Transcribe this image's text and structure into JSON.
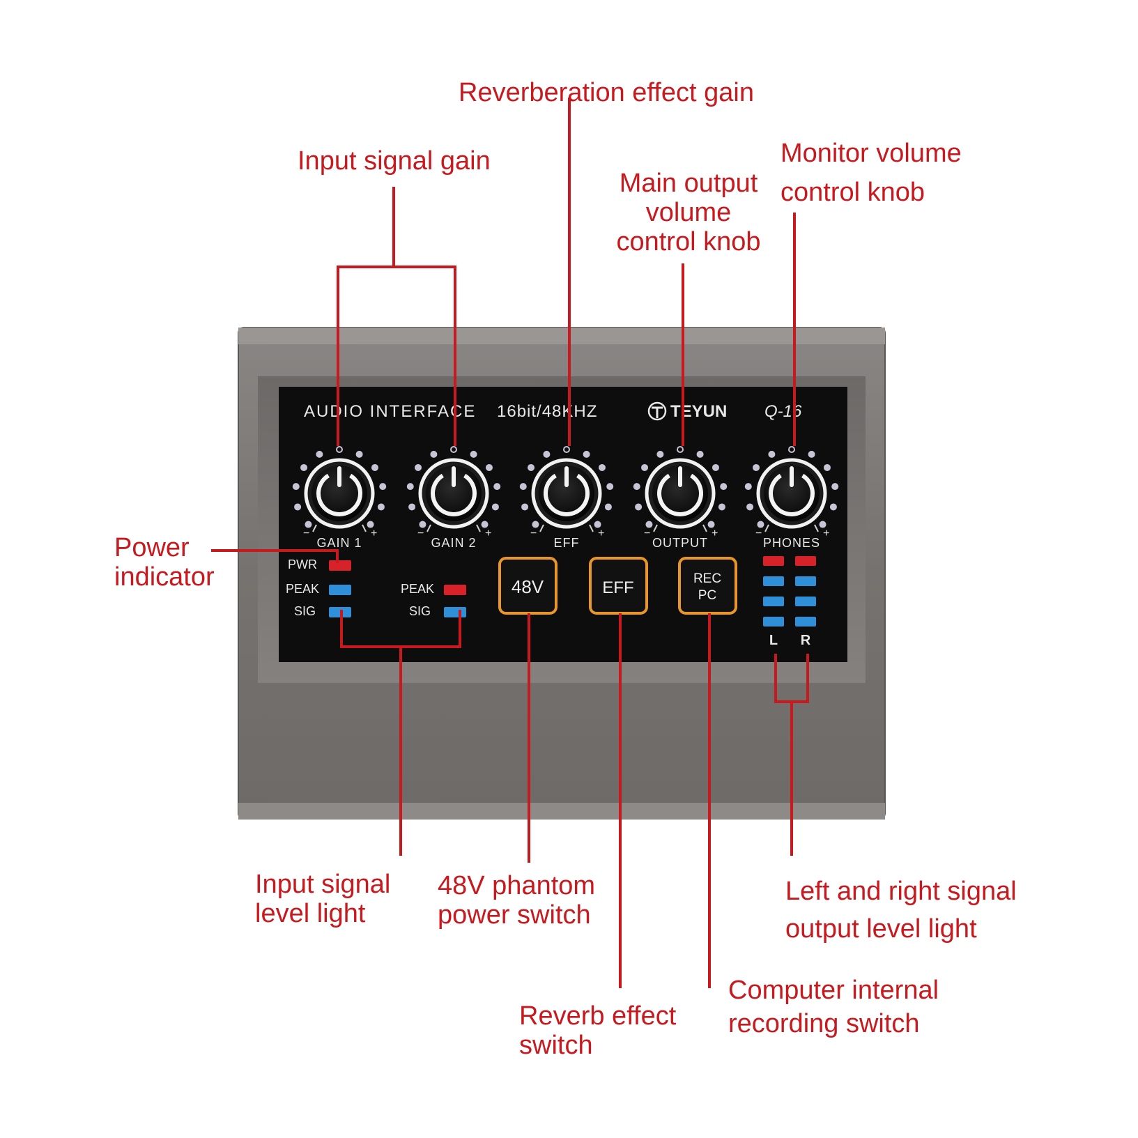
{
  "device": {
    "header": "AUDIO INTERFACE",
    "spec": "16bit/48KHZ",
    "brand": "TEYUN",
    "model": "Q-16",
    "knobs": [
      {
        "label": "GAIN 1"
      },
      {
        "label": "GAIN 2"
      },
      {
        "label": "EFF"
      },
      {
        "label": "OUTPUT"
      },
      {
        "label": "PHONES"
      }
    ],
    "minus_sign": "−",
    "plus_sign": "+",
    "led_labels": {
      "pwr": "PWR",
      "peak": "PEAK",
      "sig": "SIG"
    },
    "buttons": {
      "phantom": "48V",
      "eff": "EFF",
      "rec_line1": "REC",
      "rec_line2": "PC"
    },
    "meter_left": "L",
    "meter_right": "R",
    "colors": {
      "accent_red": "#c8191e",
      "button_orange": "#e8962c",
      "led_red": "#d8222a",
      "led_blue": "#2f8fd8",
      "panel_black": "#0d0d0d",
      "case_gray": "#7a7675"
    }
  },
  "annotations": {
    "reverb_gain": "Reverberation effect gain",
    "input_gain": "Input signal gain",
    "main_output_line1": "Main output",
    "main_output_line2": "volume",
    "main_output_line3": "control knob",
    "monitor_line1": "Monitor volume",
    "monitor_line2": "control knob",
    "power_line1": "Power",
    "power_line2": "indicator",
    "input_level_line1": "Input signal",
    "input_level_line2": "level light",
    "phantom_line1": "48V phantom",
    "phantom_line2": "power switch",
    "reverb_switch_line1": "Reverb effect",
    "reverb_switch_line2": "switch",
    "rec_switch_line1": "Computer internal",
    "rec_switch_line2": "recording switch",
    "lr_level_line1": "Left and right signal",
    "lr_level_line2": "output level light"
  }
}
